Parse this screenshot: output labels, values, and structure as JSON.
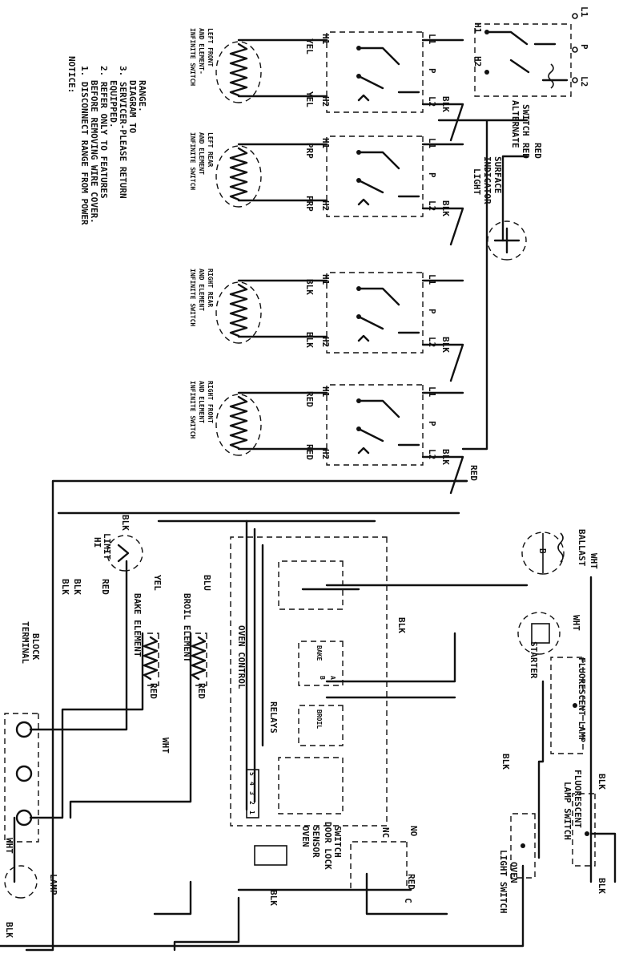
{
  "notice": {
    "title": "NOTICE:",
    "items": [
      "1. DISCONNECT RANGE FROM POWER",
      "BEFORE REMOVING WIRE COVER.",
      "2. REFER ONLY TO FEATURES",
      "EQUIPPED.",
      "3. SERVICER-PLEASE RETURN",
      "DIAGRAM TO",
      "RANGE."
    ]
  },
  "switches": [
    {
      "id": "lf",
      "label": [
        "INFINITE SWITCH",
        "AND ELEMENT-",
        "LEFT FRONT"
      ],
      "wire": "YEL"
    },
    {
      "id": "lr",
      "label": [
        "INFINITE SWITCH",
        "AND ELEMENT",
        "LEFT REAR"
      ],
      "wire": "PRP"
    },
    {
      "id": "rr",
      "label": [
        "INFINITE SWITCH",
        "AND ELEMENT",
        "RIGHT REAR"
      ],
      "wire": "BLK"
    },
    {
      "id": "rf",
      "label": [
        "INFINITE SWITCH",
        "AND ELEMENT",
        "RIGHT FRONT"
      ],
      "wire": "RED"
    }
  ],
  "terminals": {
    "h1": "H1",
    "h2": "H2",
    "l1": "L1",
    "l2": "L2",
    "p": "P"
  },
  "wires": {
    "blk": "BLK",
    "red": "RED",
    "wht": "WHT",
    "yel": "YEL",
    "blu": "BLU",
    "prp": "PRP"
  },
  "labels": {
    "alternate_switch": [
      "ALTERNATE",
      "SWITCH"
    ],
    "surface_indicator": [
      "SURFACE",
      "INDICATOR",
      "LIGHT"
    ],
    "ballast": "BALLAST",
    "starter": "STARTER",
    "fluorescent_lamp": "FLUORESCENT LAMP",
    "fluorescent_lamp_switch": [
      "FLUORESCENT",
      "LAMP SWITCH"
    ],
    "oven_light_switch": [
      "OVEN",
      "LIGHT SWITCH"
    ],
    "hi_limit": [
      "HI",
      "LIMIT"
    ],
    "bake_element": "BAKE ELEMENT",
    "broil_element": "BROIL ELEMENT",
    "oven_control": "OVEN CONTROL",
    "relays": "RELAYS",
    "bake": "BAKE",
    "broil": "BROIL",
    "oven_sensor": [
      "OVEN",
      "SENSOR"
    ],
    "door_lock_switch": [
      "DOOR LOCK",
      "SWITCH"
    ],
    "no": "NO",
    "nc": "NC",
    "c": "C",
    "terminal_block": [
      "TERMINAL",
      "BLOCK"
    ],
    "lamp": "LAMP",
    "ballast_letter": "B",
    "connector_pins": [
      "5",
      "4",
      "3",
      "2",
      "1"
    ],
    "relay_pins": [
      "A",
      "B"
    ]
  }
}
